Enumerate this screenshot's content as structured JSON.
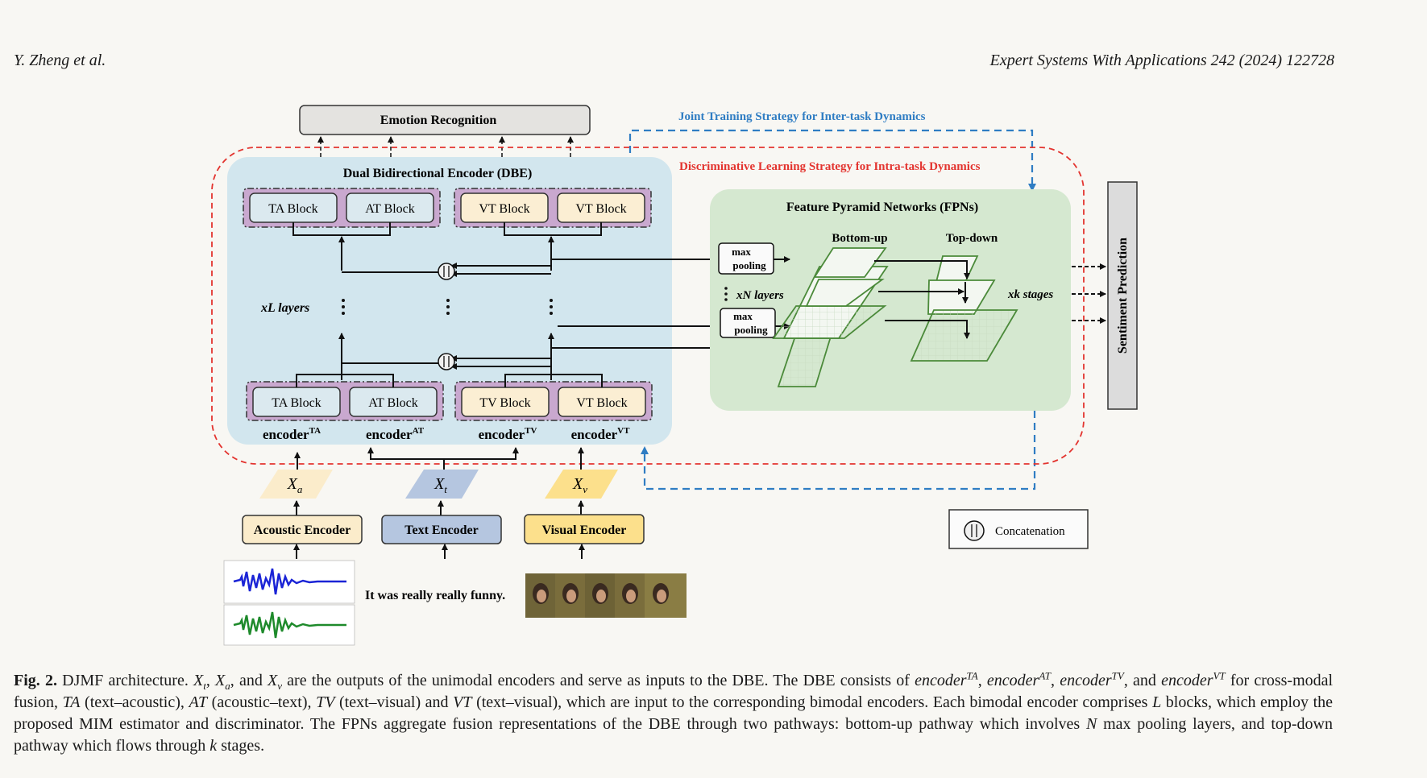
{
  "header": {
    "left": "Y. Zheng et al.",
    "right": "Expert Systems With Applications 242 (2024) 122728"
  },
  "figure": {
    "emotion_recognition": "Emotion Recognition",
    "joint_training": "Joint Training Strategy for Inter-task Dynamics",
    "discriminative": "Discriminative Learning Strategy for Intra-task Dynamics",
    "dbe_title": "Dual Bidirectional Encoder (DBE)",
    "top_blocks": [
      "TA Block",
      "AT Block",
      "VT Block",
      "VT Block"
    ],
    "bottom_blocks": [
      "TA Block",
      "AT Block",
      "TV Block",
      "VT Block"
    ],
    "encoder_labels": [
      {
        "base": "encoder",
        "sup": "TA"
      },
      {
        "base": "encoder",
        "sup": "AT"
      },
      {
        "base": "encoder",
        "sup": "TV"
      },
      {
        "base": "encoder",
        "sup": "VT"
      }
    ],
    "xl_layers": "xL layers",
    "fpn_title": "Feature Pyramid Networks (FPNs)",
    "bottom_up": "Bottom-up",
    "top_down": "Top-down",
    "max_pooling_1": [
      "max",
      "pooling"
    ],
    "max_pooling_2": [
      "max",
      "pooling"
    ],
    "xn_layers": "xN layers",
    "xk_stages": "xk stages",
    "sentiment_prediction": "Sentiment Prediction",
    "inputs": [
      {
        "base": "X",
        "sub": "a"
      },
      {
        "base": "X",
        "sub": "t"
      },
      {
        "base": "X",
        "sub": "v"
      }
    ],
    "acoustic_encoder": "Acoustic Encoder",
    "text_encoder": "Text Encoder",
    "visual_encoder": "Visual Encoder",
    "sample_text": "It was really really funny.",
    "concatenation": "Concatenation",
    "colors": {
      "dbe_bg": "#d2e6ee",
      "fpn_bg": "#d5e8d0",
      "purple": "#c9a8cf",
      "yellow_block": "#fbeed3",
      "blue_dash": "#2f7dc3",
      "red_dash": "#e3342f",
      "acoustic": "#fbeccb",
      "text": "#b5c6e0",
      "visual": "#fce08c"
    }
  },
  "caption": {
    "label": "Fig. 2.",
    "title": "DJMF architecture.",
    "s1_mid": ", ",
    "s1_and": ", and ",
    "s1_rest": " are the outputs of the unimodal encoders and serve as inputs to the DBE. The DBE consists of ",
    "c1": ", ",
    "c2": ", ",
    "c3": ", and ",
    "s2": " for cross-modal fusion, ",
    "ta_desc": " (text–acoustic), ",
    "at_desc": " (acoustic–text), ",
    "tv_desc": " (text–visual) and ",
    "vt_desc": " (text–visual), which are input to the corresponding bimodal encoders. Each bimodal encoder comprises ",
    "l_var": "L",
    "s3": " blocks, which employ the proposed MIM estimator and discriminator. The FPNs aggregate fusion representations of the DBE through two pathways: bottom-up pathway which involves ",
    "n_var": "N",
    "s4": " max pooling layers, and top-down pathway which flows through ",
    "k_var": "k",
    "s5": " stages.",
    "ta": "TA",
    "at": "AT",
    "tv": "TV",
    "vt": "VT",
    "enc": "encoder",
    "xt_sub": "t",
    "xa_sub": "a",
    "xv_sub": "v",
    "x": "X"
  }
}
